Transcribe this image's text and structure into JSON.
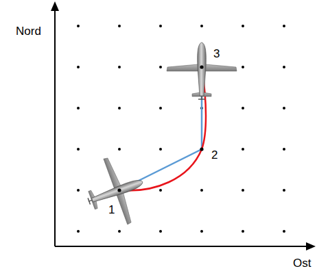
{
  "diagram": {
    "labels": [
      "Nord",
      "Ost",
      "1",
      "2",
      "3"
    ]
  }
}
